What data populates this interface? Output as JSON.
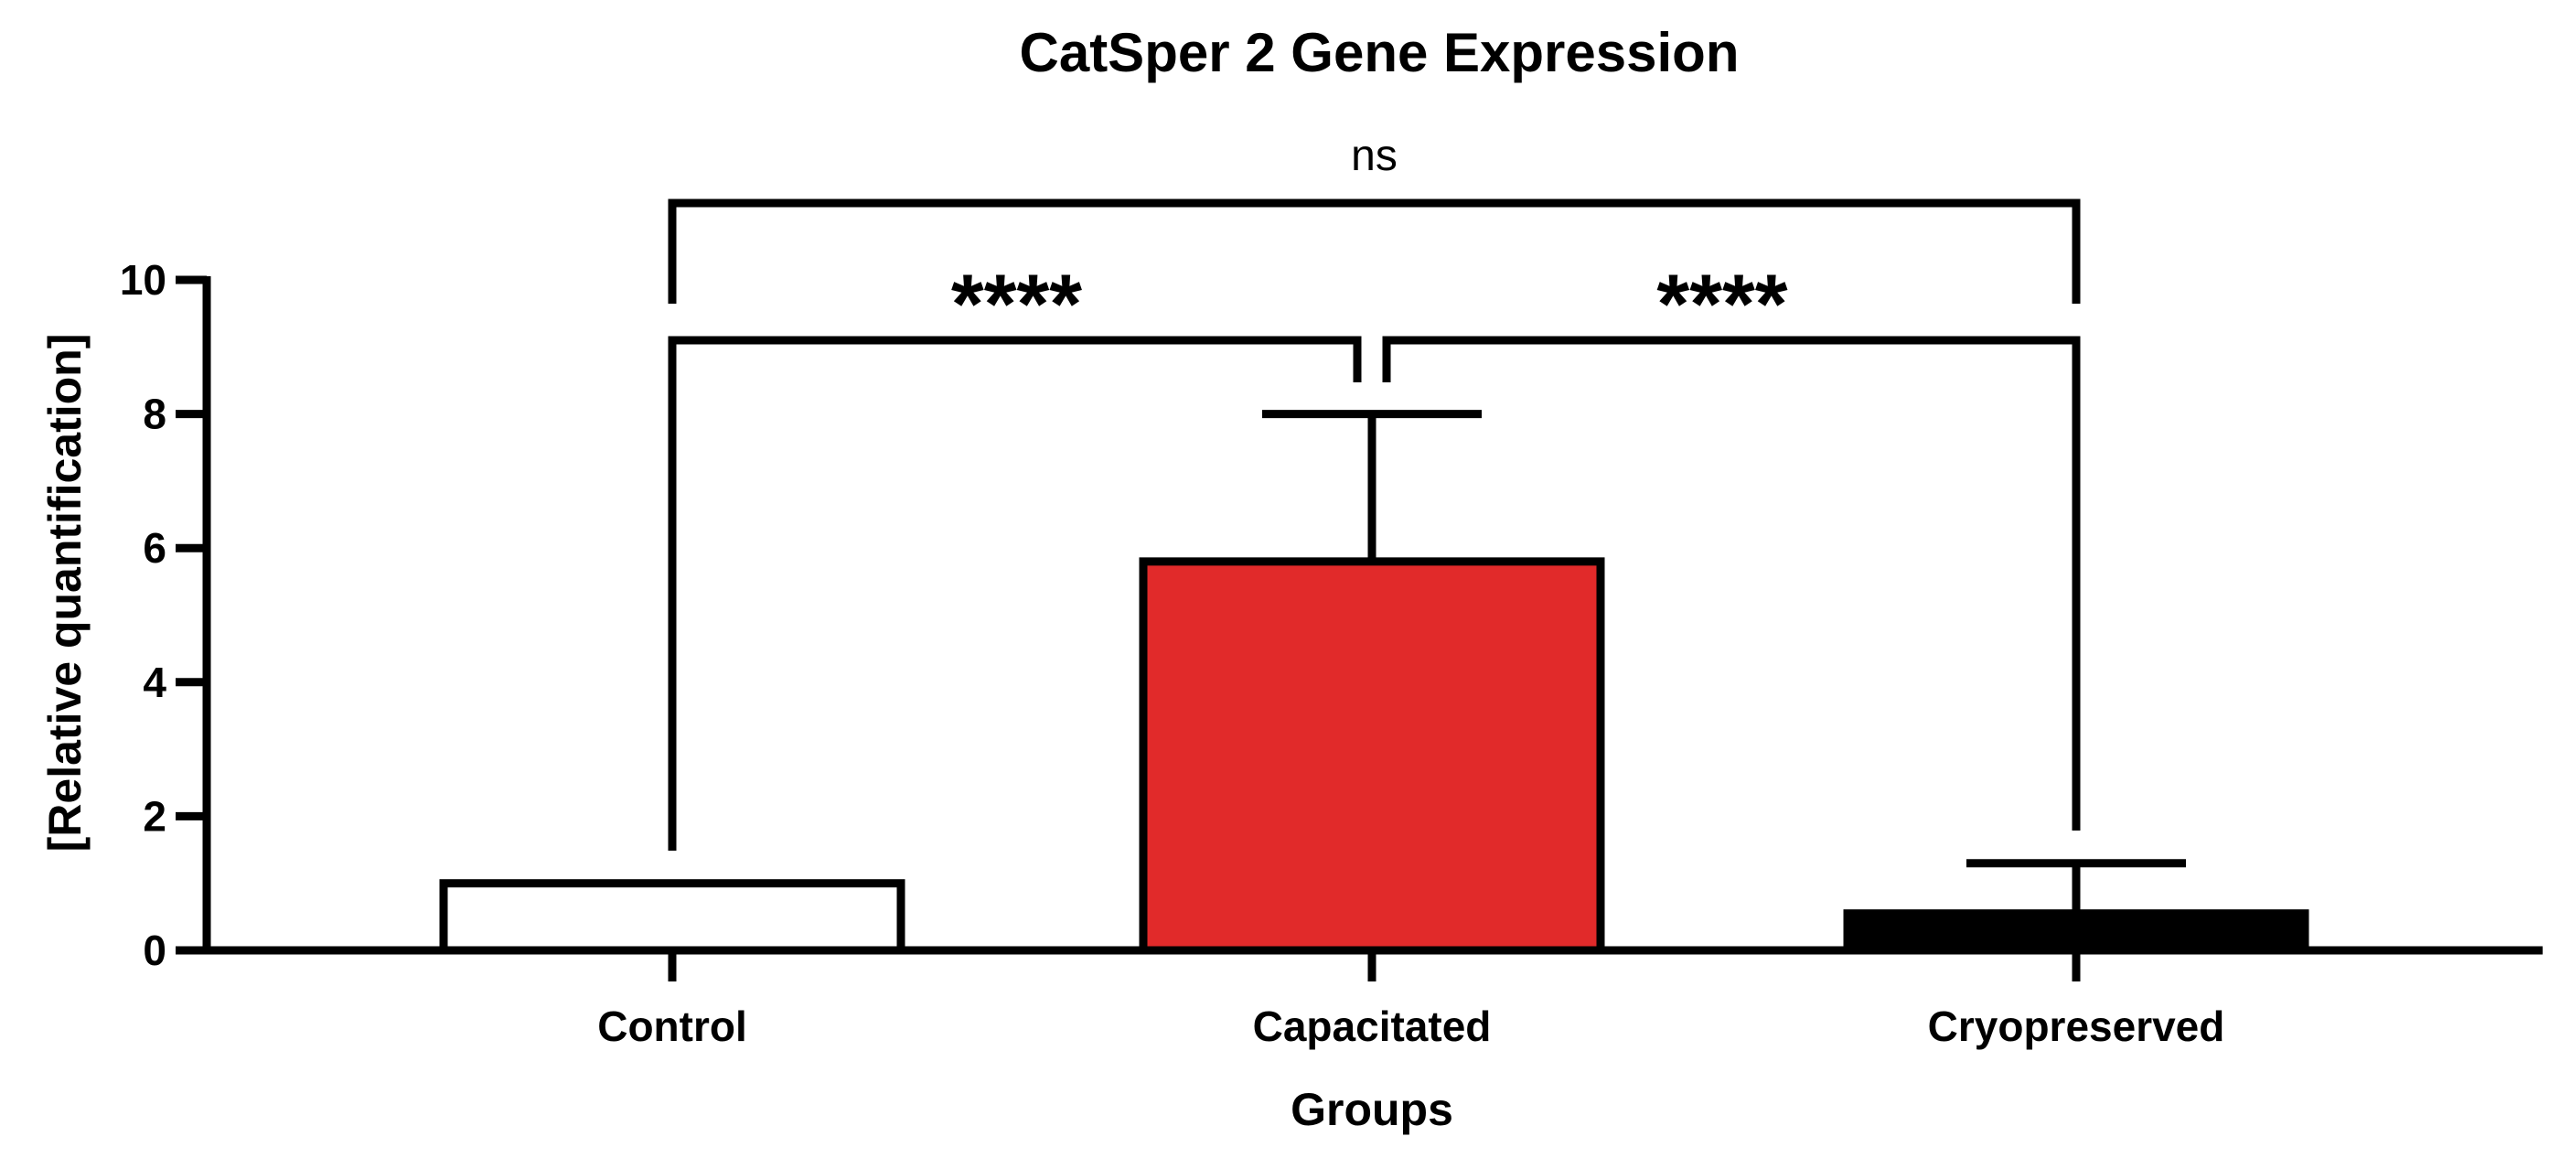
{
  "chart_data": {
    "type": "bar",
    "title": "CatSper 2 Gene Expression",
    "xlabel": "Groups",
    "ylabel": "[Relative quantification]",
    "ylim": [
      0,
      10
    ],
    "yticks": [
      0,
      2,
      4,
      6,
      8,
      10
    ],
    "ytick_labels": [
      "0",
      "2",
      "4",
      "6",
      "8",
      "10"
    ],
    "categories": [
      "Control",
      "Capacitated",
      "Cryopreserved"
    ],
    "values": [
      1.0,
      5.8,
      0.55
    ],
    "error_upper": [
      null,
      8.0,
      1.3
    ],
    "bar_colors": [
      "#ffffff",
      "#e12a2a",
      "#000000"
    ],
    "edge_color": "#000000",
    "grid": false,
    "significance": [
      {
        "from": "Control",
        "to": "Cryopreserved",
        "label": "ns"
      },
      {
        "from": "Control",
        "to": "Capacitated",
        "label": "****"
      },
      {
        "from": "Capacitated",
        "to": "Cryopreserved",
        "label": "****"
      }
    ]
  }
}
